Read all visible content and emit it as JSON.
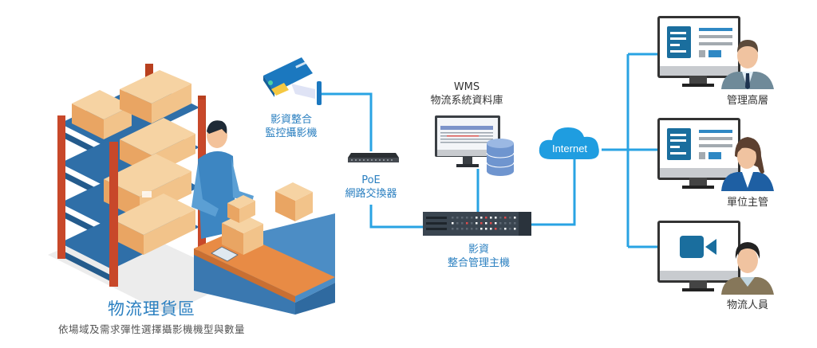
{
  "diagram": {
    "warehouse": {
      "title": "物流理貨區",
      "subtitle": "依場域及需求彈性選擇攝影機機型與數量"
    },
    "camera": {
      "label_line1": "影資整合",
      "label_line2": "監控攝影機"
    },
    "poe_switch": {
      "label_line1": "PoE",
      "label_line2": "網路交換器"
    },
    "wms": {
      "label_line1": "WMS",
      "label_line2": "物流系統資料庫"
    },
    "nvr_host": {
      "label_line1": "影資",
      "label_line2": "整合管理主機"
    },
    "internet": {
      "label": "Internet"
    },
    "clients": [
      {
        "label": "管理高層",
        "screen": "dashboard"
      },
      {
        "label": "單位主管",
        "screen": "dashboard"
      },
      {
        "label": "物流人員",
        "screen": "video"
      }
    ],
    "colors": {
      "link_line": "#29a3e3",
      "label_blue": "#2a7fc0",
      "cloud": "#1f9de0",
      "shelf_frame": "#c8482a",
      "shelf_board": "#2f6fa8",
      "box": "#f2c38a",
      "camera_body": "#1b78bf",
      "server_body": "#3a4550"
    }
  }
}
